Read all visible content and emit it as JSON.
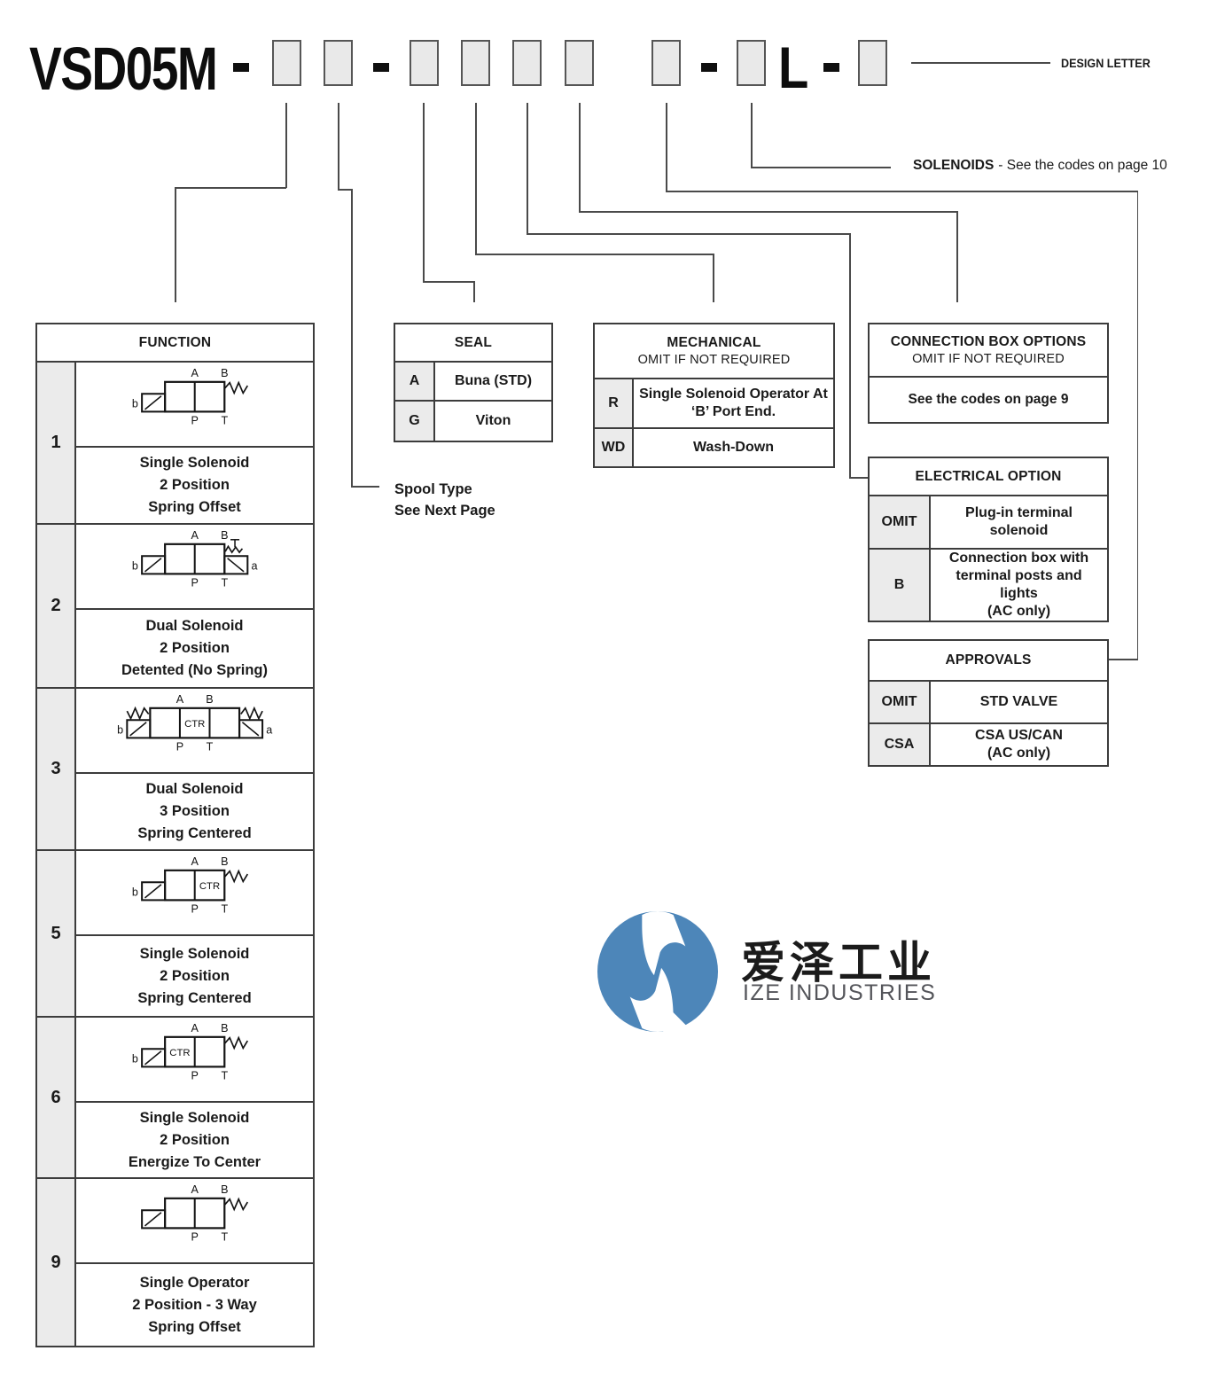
{
  "model_code": {
    "prefix": "VSD05M",
    "separator": "-",
    "fixed_letter": "L",
    "design_letter_label": "DESIGN LETTER"
  },
  "notes": {
    "solenoids_bold": "SOLENOIDS",
    "solenoids_rest": "- See the codes on page 10",
    "spool_line1": "Spool Type",
    "spool_line2": "See Next Page"
  },
  "function_table": {
    "title": "FUNCTION",
    "rows": [
      {
        "num": "1",
        "symbol": {
          "cells": [
            "",
            ""
          ],
          "left_sol": "b",
          "right_sol": null,
          "spring_right": true,
          "springs_side": false,
          "detent": false,
          "ports": [
            "A",
            "B",
            "P",
            "T"
          ]
        },
        "text": "Single Solenoid\n2 Position\nSpring Offset"
      },
      {
        "num": "2",
        "symbol": {
          "cells": [
            "",
            ""
          ],
          "left_sol": "b",
          "right_sol": "a",
          "spring_right": false,
          "springs_side": false,
          "detent": true,
          "ports": [
            "A",
            "B",
            "P",
            "T"
          ]
        },
        "text": "Dual Solenoid\n2 Position\nDetented (No Spring)"
      },
      {
        "num": "3",
        "symbol": {
          "cells": [
            "",
            "CTR",
            ""
          ],
          "left_sol": "b",
          "right_sol": "a",
          "spring_right": false,
          "springs_side": true,
          "detent": false,
          "ports": [
            "A",
            "B",
            "P",
            "T"
          ]
        },
        "text": "Dual Solenoid\n3 Position\nSpring Centered"
      },
      {
        "num": "5",
        "symbol": {
          "cells": [
            "",
            "CTR"
          ],
          "left_sol": "b",
          "right_sol": null,
          "spring_right": true,
          "springs_side": false,
          "detent": false,
          "ports": [
            "A",
            "B",
            "P",
            "T"
          ]
        },
        "text": "Single Solenoid\n2 Position\nSpring Centered"
      },
      {
        "num": "6",
        "symbol": {
          "cells": [
            "CTR",
            ""
          ],
          "left_sol": "b",
          "right_sol": null,
          "spring_right": true,
          "springs_side": false,
          "detent": false,
          "ports": [
            "A",
            "B",
            "P",
            "T"
          ]
        },
        "text": "Single Solenoid\n2 Position\nEnergize To Center"
      },
      {
        "num": "9",
        "symbol": {
          "cells": [
            "",
            ""
          ],
          "left_sol": "",
          "right_sol": null,
          "spring_right": true,
          "springs_side": false,
          "detent": false,
          "ports": [
            "A",
            "B",
            "P",
            "T"
          ]
        },
        "text": "Single Operator\n2 Position - 3 Way\nSpring Offset"
      }
    ]
  },
  "seal_table": {
    "title": "SEAL",
    "rows": [
      {
        "code": "A",
        "desc": "Buna (STD)"
      },
      {
        "code": "G",
        "desc": "Viton"
      }
    ]
  },
  "mechanical_table": {
    "title": "MECHANICAL",
    "subtitle": "OMIT IF NOT REQUIRED",
    "rows": [
      {
        "code": "R",
        "desc": "Single Solenoid Operator At\n‘B’ Port End."
      },
      {
        "code": "WD",
        "desc": "Wash-Down"
      }
    ]
  },
  "connection_table": {
    "title": "CONNECTION BOX OPTIONS",
    "subtitle": "OMIT IF NOT REQUIRED",
    "body": "See the codes on page 9"
  },
  "electrical_table": {
    "title": "ELECTRICAL OPTION",
    "rows": [
      {
        "code": "OMIT",
        "desc": "Plug-in terminal\nsolenoid"
      },
      {
        "code": "B",
        "desc": "Connection box with\nterminal posts and lights\n(AC only)"
      }
    ]
  },
  "approvals_table": {
    "title": "APPROVALS",
    "rows": [
      {
        "code": "OMIT",
        "desc": "STD VALVE"
      },
      {
        "code": "CSA",
        "desc": "CSA US/CAN\n(AC only)"
      }
    ]
  },
  "logo": {
    "chinese": "爱泽工业",
    "english": "IZE INDUSTRIES",
    "circle_color": "#4d86b9"
  }
}
